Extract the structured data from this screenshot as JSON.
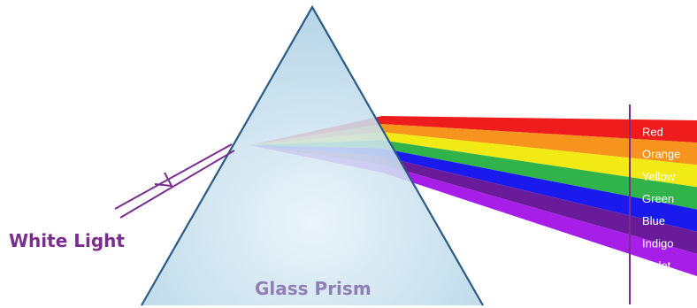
{
  "labels": {
    "white_light": "White Light",
    "prism": "Glass Prism"
  },
  "colors": {
    "white_light_text": "#7b2d8e",
    "incoming_ray": "#7b2d8e",
    "prism_fill_light": "#e8f3f9",
    "prism_fill_dark": "#a9cde3",
    "prism_edge": "#2a5a87",
    "prism_text": "#8f7fb5",
    "screen_line": "#7b2d8e",
    "band_text": "#ffffff"
  },
  "spectrum": [
    {
      "name": "Red",
      "color": "#ee1c1c"
    },
    {
      "name": "Orange",
      "color": "#f7941d"
    },
    {
      "name": "Yellow",
      "color": "#f2ea14"
    },
    {
      "name": "Green",
      "color": "#2fb34a"
    },
    {
      "name": "Blue",
      "color": "#1a1aef"
    },
    {
      "name": "Indigo",
      "color": "#6a1b9a"
    },
    {
      "name": "Violet",
      "color": "#a61ee8"
    }
  ]
}
